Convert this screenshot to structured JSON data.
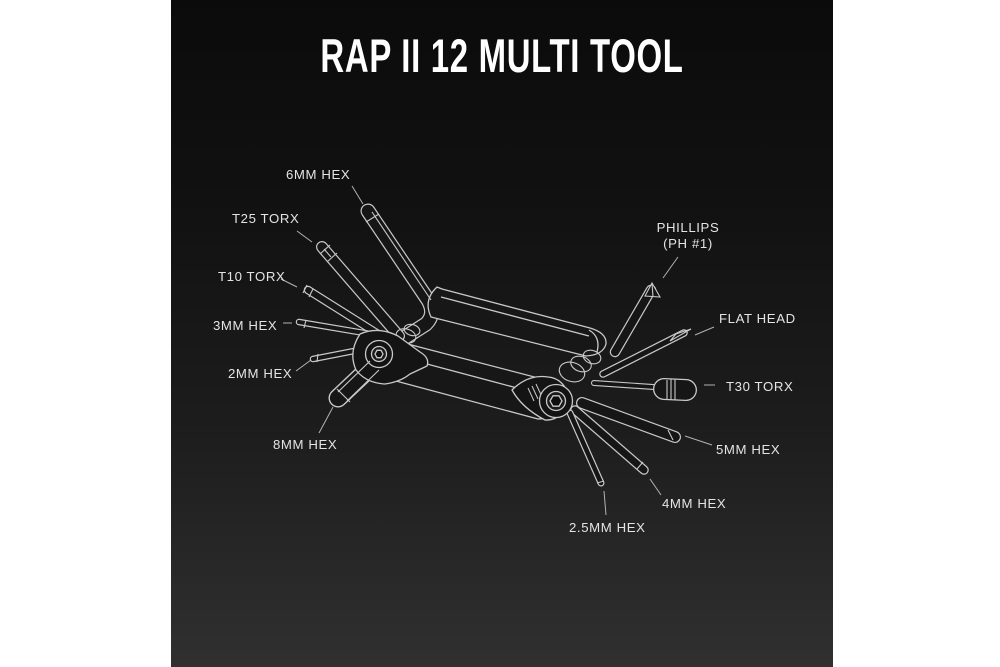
{
  "title": "RAP II 12 MULTI TOOL",
  "colors": {
    "page_background": "#ffffff",
    "panel_top": "#0b0b0b",
    "panel_bottom": "#303030",
    "line_art": "#c9c9c9",
    "label_text": "#e4e4e4",
    "title_text": "#ffffff"
  },
  "diagram": {
    "labels": [
      {
        "text": "6MM HEX"
      },
      {
        "text": "T25 TORX"
      },
      {
        "text": "T10 TORX"
      },
      {
        "text": "3MM HEX"
      },
      {
        "text": "2MM HEX"
      },
      {
        "text": "8MM HEX"
      },
      {
        "text": "PHILLIPS",
        "text2": "(PH #1)"
      },
      {
        "text": "FLAT HEAD"
      },
      {
        "text": "T30 TORX"
      },
      {
        "text": "5MM HEX"
      },
      {
        "text": "4MM HEX"
      },
      {
        "text": "2.5MM HEX"
      }
    ]
  }
}
